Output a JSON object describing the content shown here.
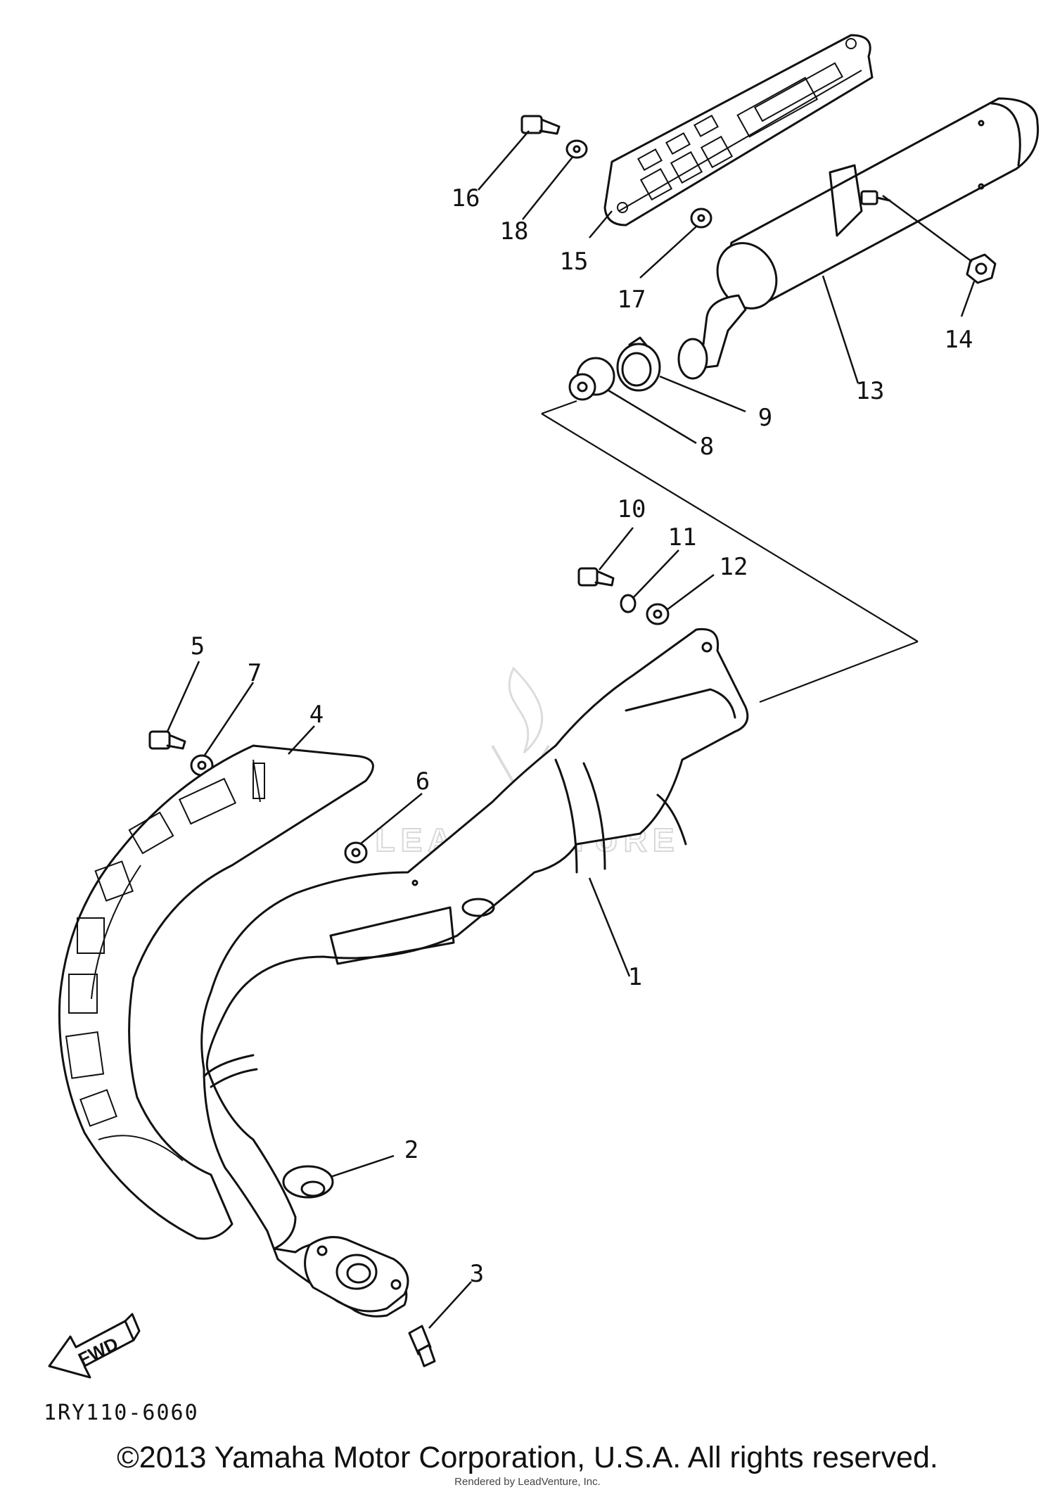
{
  "diagram": {
    "callouts": [
      {
        "id": "1",
        "label": "1"
      },
      {
        "id": "2",
        "label": "2"
      },
      {
        "id": "3",
        "label": "3"
      },
      {
        "id": "4",
        "label": "4"
      },
      {
        "id": "5",
        "label": "5"
      },
      {
        "id": "6",
        "label": "6"
      },
      {
        "id": "7",
        "label": "7"
      },
      {
        "id": "8",
        "label": "8"
      },
      {
        "id": "9",
        "label": "9"
      },
      {
        "id": "10",
        "label": "10"
      },
      {
        "id": "11",
        "label": "11"
      },
      {
        "id": "12",
        "label": "12"
      },
      {
        "id": "13",
        "label": "13"
      },
      {
        "id": "14",
        "label": "14"
      },
      {
        "id": "15",
        "label": "15"
      },
      {
        "id": "16",
        "label": "16"
      },
      {
        "id": "17",
        "label": "17"
      },
      {
        "id": "18",
        "label": "18"
      }
    ],
    "fwd_label": "FWD",
    "diagram_code": "1RY110-6060",
    "watermark": "LEADVENTURE"
  },
  "footer": {
    "copyright": "©2013 Yamaha Motor Corporation, U.S.A. All rights reserved.",
    "rendered_by": "Rendered by LeadVenture, Inc."
  }
}
